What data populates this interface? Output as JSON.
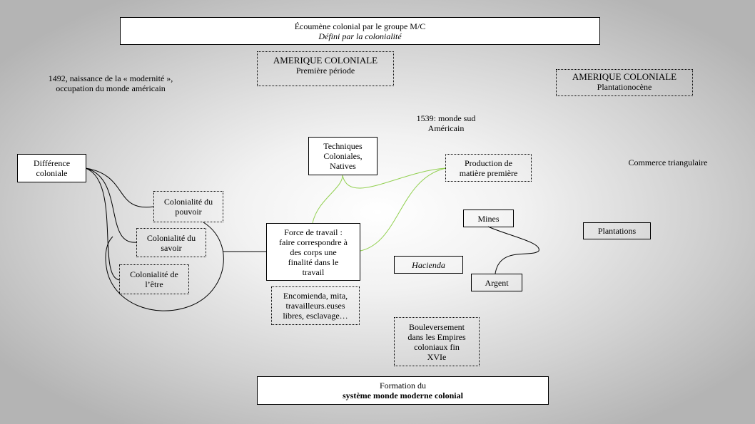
{
  "header": {
    "title": "Écoumène colonial par le groupe M/C",
    "subtitle": "Défini par la colonialité"
  },
  "amerique_premiere": {
    "line1": "AMERIQUE COLONIALE",
    "line2": "Première période"
  },
  "amerique_plantation": {
    "line1": "AMERIQUE COLONIALE",
    "line2": "Plantationocène"
  },
  "modernite_note": {
    "line1": "1492, naissance de la « modernité »,",
    "line2": "occupation du monde américain"
  },
  "monde_sud_note": {
    "line1": "1539: monde sud",
    "line2": "Américain"
  },
  "difference": {
    "line1": "Différence",
    "line2": "coloniale"
  },
  "colonialite_pouvoir": {
    "line1": "Colonialité du",
    "line2": "pouvoir"
  },
  "colonialite_savoir": {
    "line1": "Colonialité du",
    "line2": "savoir"
  },
  "colonialite_etre": {
    "line1": "Colonialité de",
    "line2": "l’être"
  },
  "techniques": {
    "line1": "Techniques",
    "line2": "Coloniales,",
    "line3": "Natives"
  },
  "production": {
    "line1": "Production de",
    "line2": "matière première"
  },
  "commerce": "Commerce triangulaire",
  "force_travail": {
    "line1": "Force de travail :",
    "line2": "faire correspondre à",
    "line3": "des corps une",
    "line4": "finalité dans le",
    "line5": "travail"
  },
  "encomienda": {
    "line1": "Encomienda, mita,",
    "line2": "travailleurs.euses",
    "line3": "libres, esclavage…"
  },
  "mines": "Mines",
  "hacienda": "Hacienda",
  "argent": "Argent",
  "plantations": "Plantations",
  "bouleversement": {
    "line1": "Bouleversement",
    "line2": "dans les Empires",
    "line3": "coloniaux fin",
    "line4": "XVIe"
  },
  "formation": {
    "line1": "Formation du",
    "line2": "système monde moderne colonial"
  },
  "colors": {
    "black_link": "#000000",
    "green_link": "#92d050",
    "box_fill": "#ffffff"
  }
}
